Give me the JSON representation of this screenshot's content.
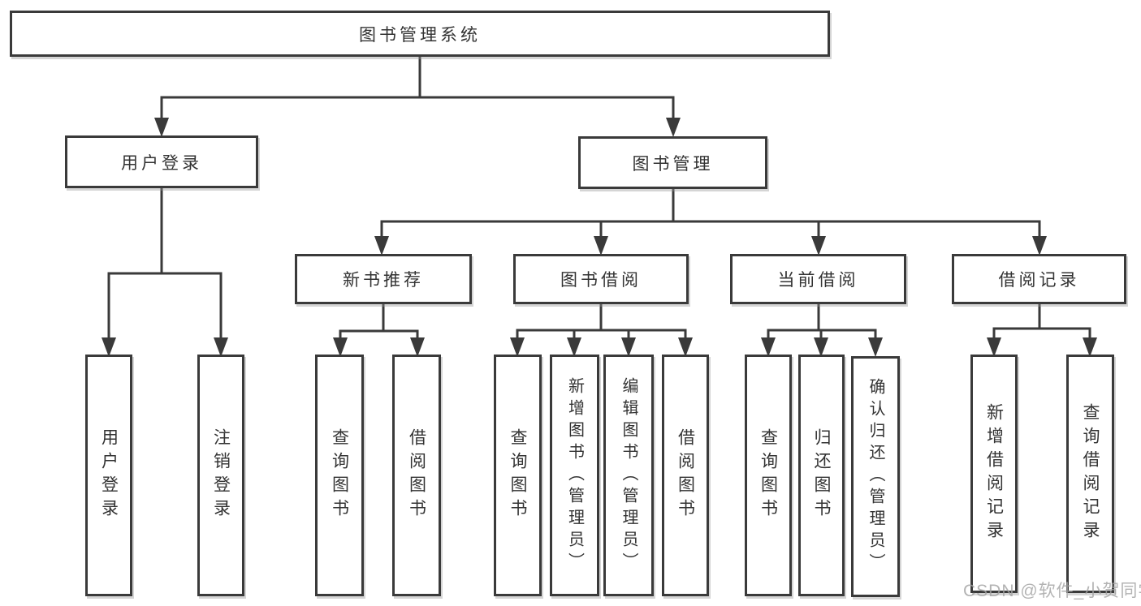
{
  "diagram": {
    "root": {
      "label": "图书管理系统"
    },
    "branches": [
      {
        "label": "用户登录",
        "children": [
          {
            "label": "用户登录"
          },
          {
            "label": "注销登录"
          }
        ]
      },
      {
        "label": "图书管理",
        "children": [
          {
            "label": "新书推荐",
            "children": [
              {
                "label": "查询图书"
              },
              {
                "label": "借阅图书"
              }
            ]
          },
          {
            "label": "图书借阅",
            "children": [
              {
                "label": "查询图书"
              },
              {
                "label": "新增图书（管理员）"
              },
              {
                "label": "编辑图书（管理员）"
              },
              {
                "label": "借阅图书"
              }
            ]
          },
          {
            "label": "当前借阅",
            "children": [
              {
                "label": "查询图书"
              },
              {
                "label": "归还图书"
              },
              {
                "label": "确认归还（管理员）"
              }
            ]
          },
          {
            "label": "借阅记录",
            "children": [
              {
                "label": "新增借阅记录"
              },
              {
                "label": "查询借阅记录"
              }
            ]
          }
        ]
      }
    ],
    "watermark": "CSDN @软件_小贺同学",
    "colors": {
      "line": "#3a3a3a",
      "text": "#333333",
      "watermark": "#a3a3a3",
      "background": "#ffffff"
    }
  }
}
